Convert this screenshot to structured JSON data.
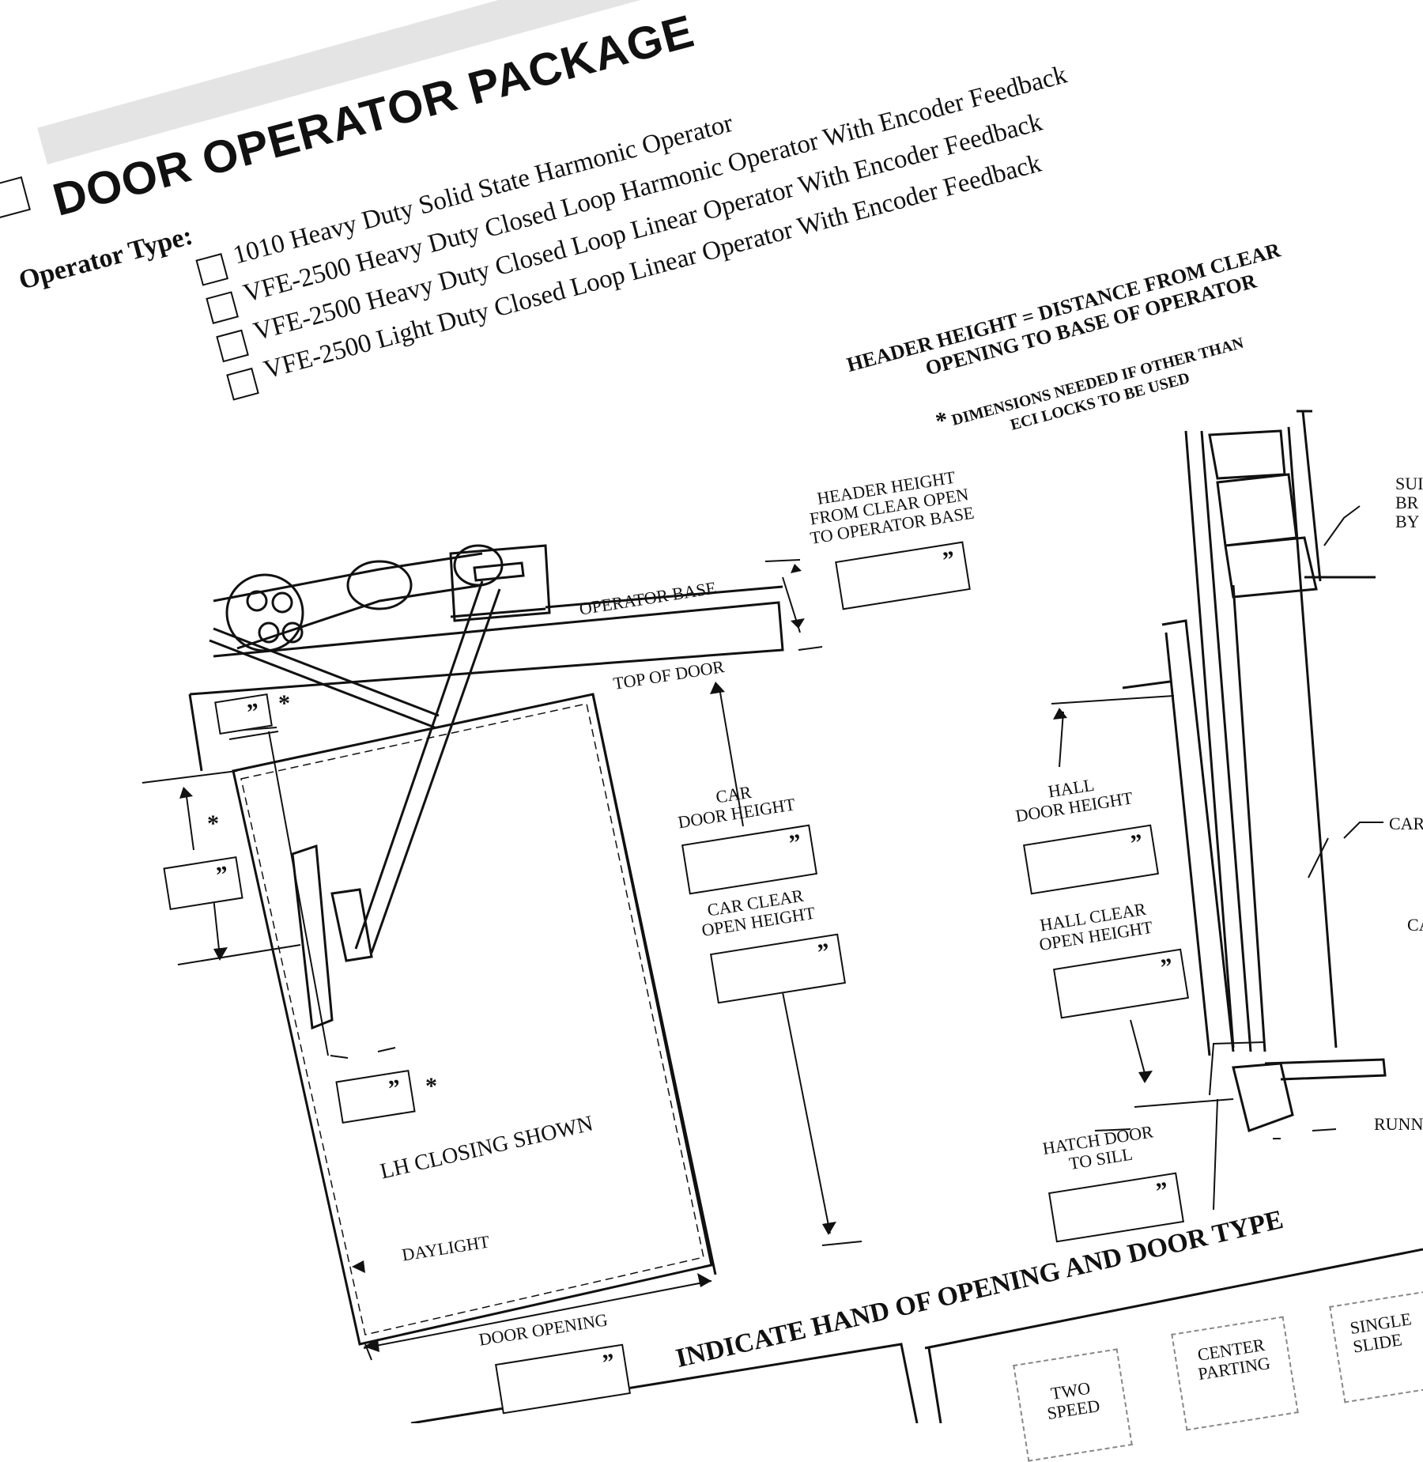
{
  "title": "DOOR OPERATOR PACKAGE",
  "operator_type_label": "Operator Type:",
  "operator_options": [
    "1010 Heavy Duty Solid State Harmonic Operator",
    "VFE-2500 Heavy Duty Closed Loop Harmonic Operator With Encoder Feedback",
    "VFE-2500 Heavy Duty Closed Loop  Linear Operator With Encoder Feedback",
    "VFE-2500 Light Duty Closed Loop Linear Operator With Encoder Feedback"
  ],
  "notes": {
    "header_height_line1": "HEADER HEIGHT = DISTANCE FROM CLEAR",
    "header_height_line2": "OPENING TO BASE OF OPERATOR",
    "asterisk": "*",
    "dimensions_line1": "DIMENSIONS NEEDED IF OTHER THAN",
    "dimensions_line2": "ECI LOCKS TO BE USED"
  },
  "labels": {
    "operator_base": "OPERATOR BASE",
    "top_of_door": "TOP OF DOOR",
    "header_height_l1": "HEADER HEIGHT",
    "header_height_l2": "FROM CLEAR OPEN",
    "header_height_l3": "TO OPERATOR BASE",
    "car_door_height_l1": "CAR",
    "car_door_height_l2": "DOOR HEIGHT",
    "car_clear_l1": "CAR CLEAR",
    "car_clear_l2": "OPEN HEIGHT",
    "hall_door_height_l1": "HALL",
    "hall_door_height_l2": "DOOR HEIGHT",
    "hall_clear_l1": "HALL CLEAR",
    "hall_clear_l2": "OPEN HEIGHT",
    "hatch_l1": "HATCH DOOR",
    "hatch_l2": "TO SILL",
    "lh_closing": "LH CLOSING SHOWN",
    "daylight": "DAYLIGHT",
    "door_opening": "DOOR OPENING",
    "sub_partial_l1": "SUI",
    "sub_partial_l2": "BR",
    "sub_partial_l3": "BY",
    "car_partial": "CAR",
    "ca_partial": "CA",
    "runn_partial": "RUNN"
  },
  "inch_mark": "”",
  "indicate_heading": "INDICATE HAND OF OPENING AND DOOR TYPE",
  "door_types": [
    "TWO SPEED",
    "CENTER PARTING",
    "SINGLE SLIDE"
  ]
}
